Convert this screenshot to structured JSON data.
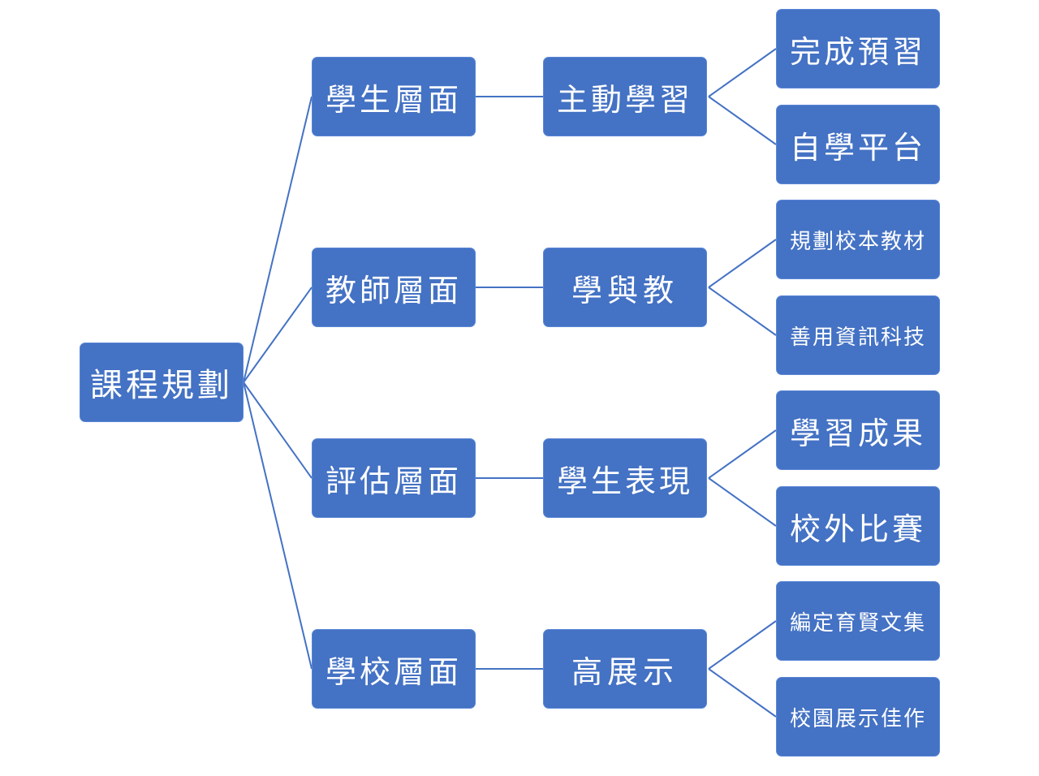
{
  "diagram": {
    "type": "tree",
    "colors": {
      "node_fill": "#4472c4",
      "node_text": "#ffffff",
      "connector": "#4472c4"
    },
    "root": {
      "label": "課程規劃"
    },
    "branches": [
      {
        "label": "學生層面",
        "child": {
          "label": "主動學習",
          "leaves": [
            {
              "label": "完成預習"
            },
            {
              "label": "自學平台"
            }
          ]
        }
      },
      {
        "label": "教師層面",
        "child": {
          "label": "學與教",
          "leaves": [
            {
              "label": "規劃校本教材"
            },
            {
              "label": "善用資訊科技"
            }
          ]
        }
      },
      {
        "label": "評估層面",
        "child": {
          "label": "學生表現",
          "leaves": [
            {
              "label": "學習成果"
            },
            {
              "label": "校外比賽"
            }
          ]
        }
      },
      {
        "label": "學校層面",
        "child": {
          "label": "高展示",
          "leaves": [
            {
              "label": "編定育賢文集"
            },
            {
              "label": "校園展示佳作"
            }
          ]
        }
      }
    ]
  }
}
